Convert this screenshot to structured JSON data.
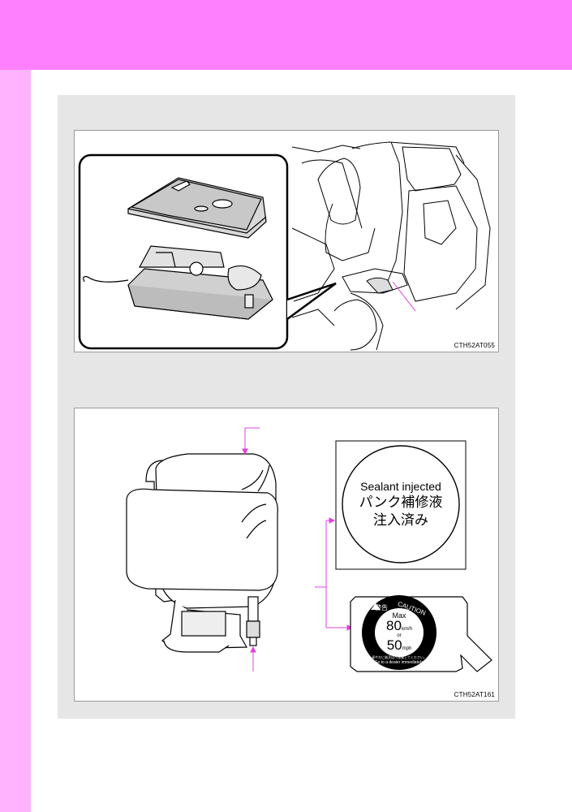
{
  "colors": {
    "header_band": "#ff80ff",
    "side_strip": "#ffb3ff",
    "panel_background": "#e6e6e6",
    "callout_lines": "#e040e0"
  },
  "figure1": {
    "code": "CTH52AT055"
  },
  "figure2": {
    "code": "CTH52AT161",
    "sticker": {
      "line1": "Sealant injected",
      "line2": "パンク補修液",
      "line3": "注入済み"
    },
    "speed_label": {
      "warning": "警告",
      "caution": "CAUTION",
      "max": "Max",
      "speed_kmh": "80",
      "unit_kmh": "km/h",
      "or": "or",
      "speed_mph": "50",
      "unit_mph": "mph",
      "japanese_note": "速やかに販売店へ移動してください。",
      "english_note": "Go to a dealer immediately."
    }
  }
}
